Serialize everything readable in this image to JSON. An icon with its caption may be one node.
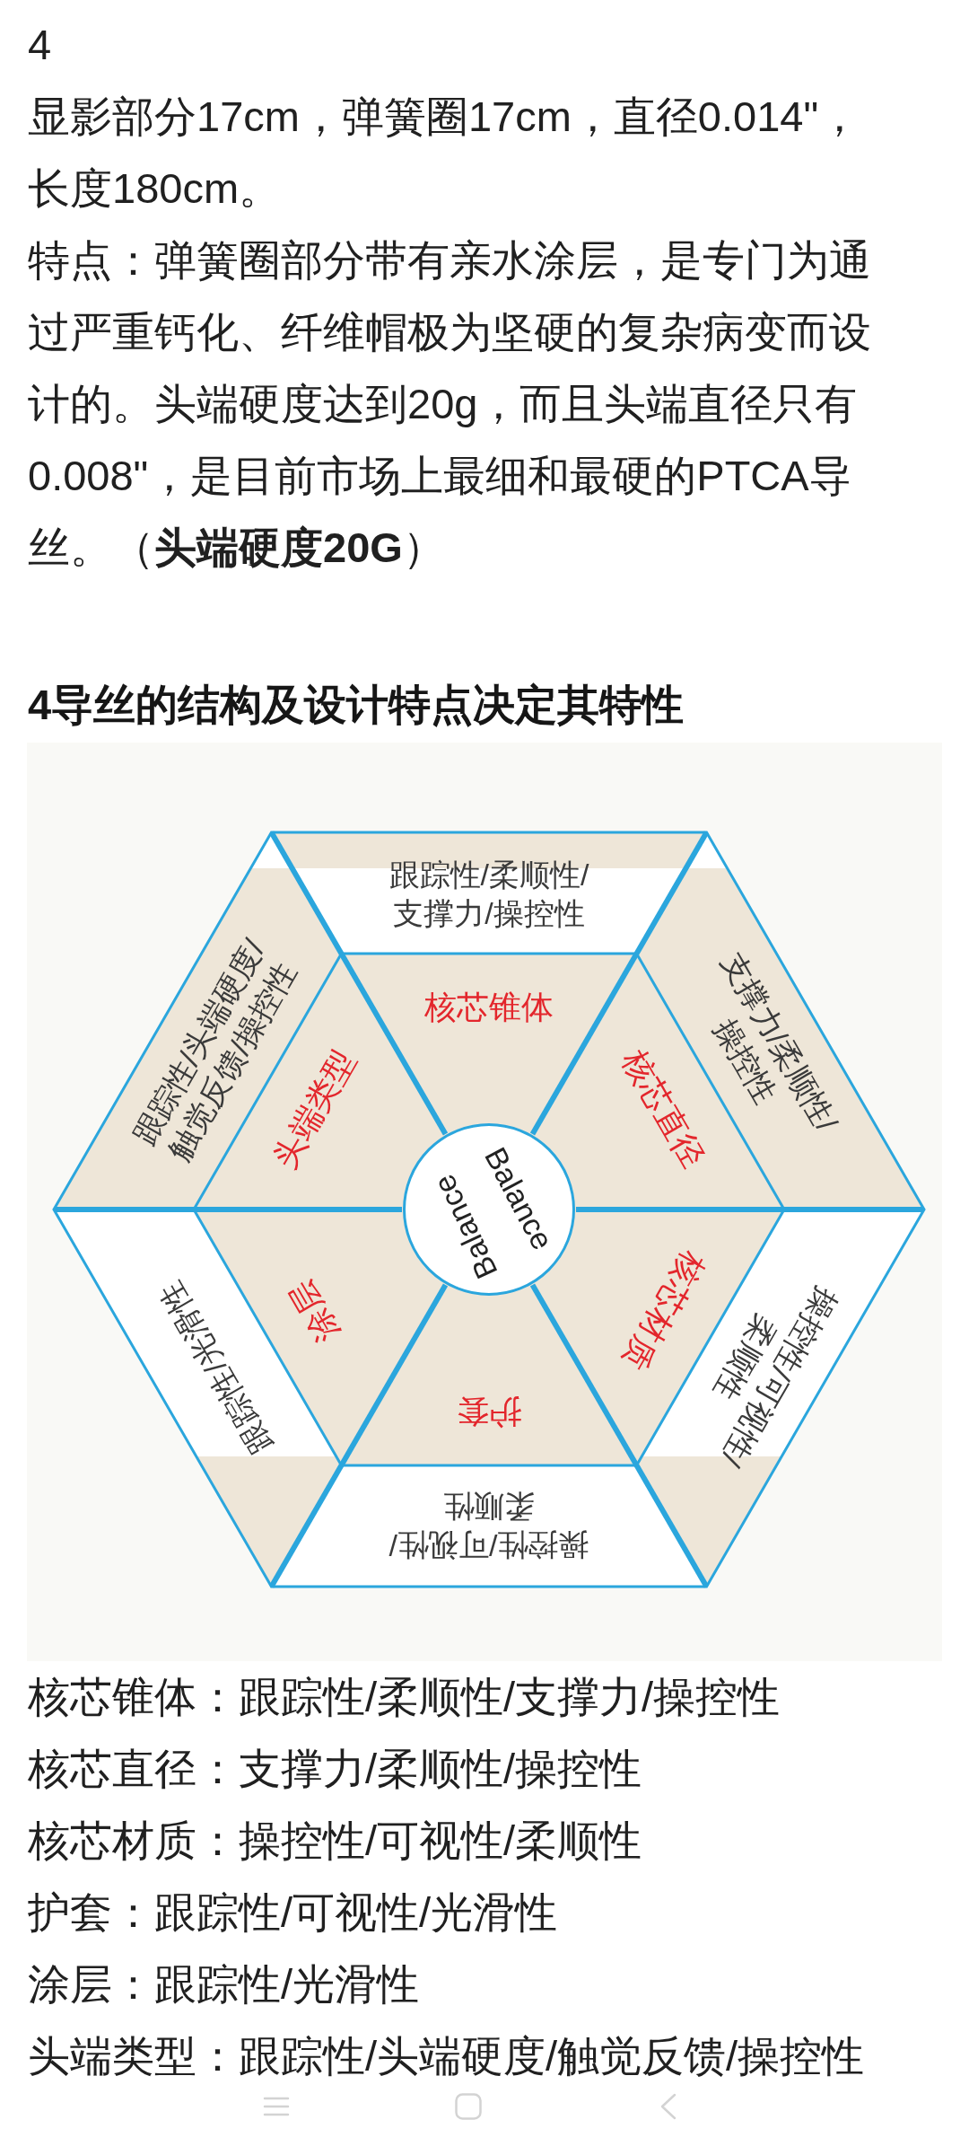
{
  "diagram": {
    "title": "4导丝的结构及设计特点决定其特性",
    "nodes": [
      {
        "text": [
          "跟踪性/柔顺性/支撑力/操控性"
        ]
      },
      {
        "text": [
          "跟踪性/头端硬度/触觉反馈/操控性"
        ]
      },
      {
        "text": [
          "核芯锥体"
        ]
      },
      {
        "text": [
          "头端类型"
        ]
      },
      {
        "text": [
          "核芯直径"
        ]
      },
      {
        "text": [
          "支撑力/柔顺性/操控性"
        ]
      },
      {
        "text": [
          "Balance",
          "Balance"
        ]
      },
      {
        "text": [
          "跟踪性/光滑性"
        ]
      },
      {
        "text": [
          "涂层"
        ]
      },
      {
        "text": [
          "核芯材质"
        ]
      },
      {
        "text": [
          "操控性/可视性/柔顺性"
        ]
      },
      {
        "text": [
          "护套"
        ]
      },
      {
        "text": [
          "操控性/可视性/柔顺性"
        ]
      }
    ],
    "labels": [
      "4",
      "显影部分17cm，弹簧圈17cm，直径0.014\"，长度180cm。",
      "特点：弹簧圈部分带有亲水涂层，是专门为通过严重钙化、纤维帽极为坚硬的复杂病变而设计的。头端硬度达到20g，而且头端直径只有0.008\"，是目前市场上最细和最硬的PTCA导丝。（**头端硬度20G**）",
      "核芯锥体：跟踪性/柔顺性/支撑力/操控性",
      "核芯直径：支撑力/柔顺性/操控性",
      "核芯材质：操控性/可视性/柔顺性",
      "护套：跟踪性/可视性/光滑性",
      "涂层：跟踪性/光滑性",
      "头端类型：跟踪性/头端硬度/触觉反馈/操控性"
    ]
  }
}
